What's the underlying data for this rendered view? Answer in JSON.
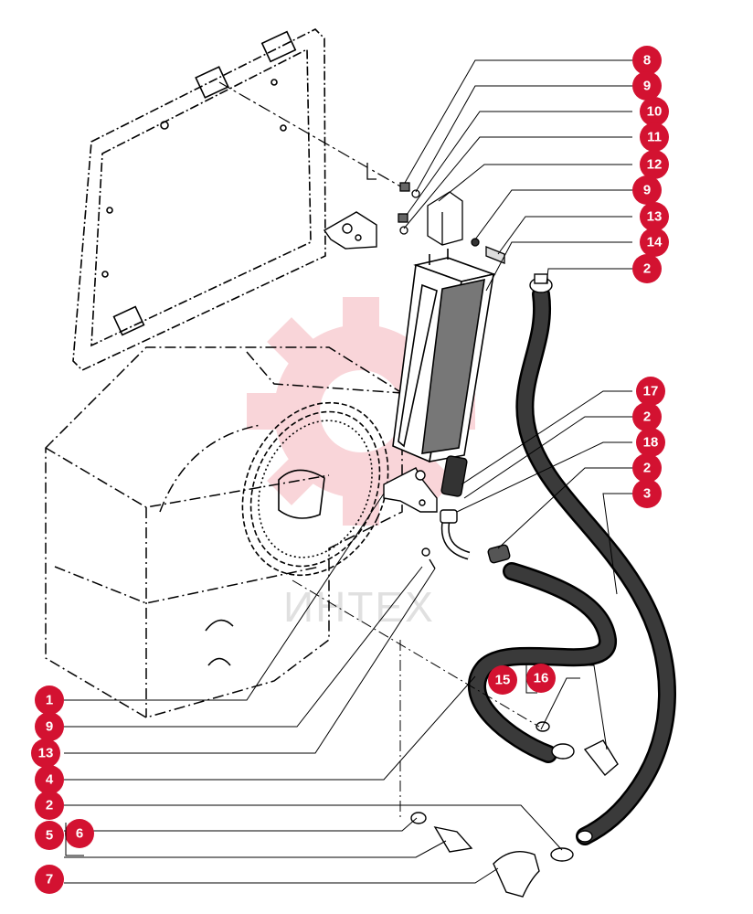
{
  "watermark": {
    "text": "ИНТЕХ",
    "color": "#d9d9d9",
    "gear_color": "#f3b3b8"
  },
  "callout_color": "#d31231",
  "callouts_right": [
    {
      "id": "c8",
      "label": "8"
    },
    {
      "id": "c9a",
      "label": "9"
    },
    {
      "id": "c10",
      "label": "10"
    },
    {
      "id": "c11",
      "label": "11"
    },
    {
      "id": "c12",
      "label": "12"
    },
    {
      "id": "c9b",
      "label": "9"
    },
    {
      "id": "c13a",
      "label": "13"
    },
    {
      "id": "c14",
      "label": "14"
    },
    {
      "id": "c2a",
      "label": "2"
    },
    {
      "id": "c17",
      "label": "17"
    },
    {
      "id": "c2b",
      "label": "2"
    },
    {
      "id": "c18",
      "label": "18"
    },
    {
      "id": "c2c",
      "label": "2"
    },
    {
      "id": "c3",
      "label": "3"
    }
  ],
  "callouts_mid": [
    {
      "id": "c15",
      "label": "15"
    },
    {
      "id": "c16",
      "label": "16"
    }
  ],
  "callouts_left": [
    {
      "id": "c1",
      "label": "1"
    },
    {
      "id": "c9c",
      "label": "9"
    },
    {
      "id": "c13b",
      "label": "13"
    },
    {
      "id": "c4",
      "label": "4"
    },
    {
      "id": "c2d",
      "label": "2"
    },
    {
      "id": "c5",
      "label": "5"
    },
    {
      "id": "c6",
      "label": "6"
    },
    {
      "id": "c7",
      "label": "7"
    }
  ]
}
